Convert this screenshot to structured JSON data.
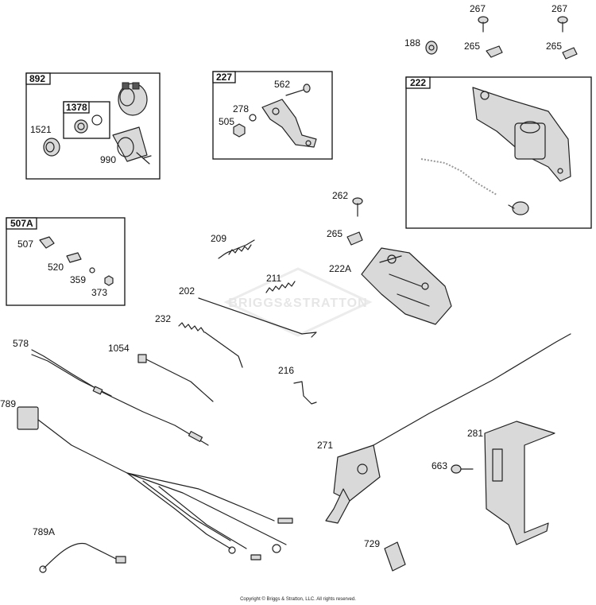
{
  "diagram": {
    "watermark": "BRIGGS&STRATTON",
    "copyright": "Copyright © Briggs & Stratton, LLC. All rights reserved.",
    "group_boxes": {
      "b892": "892",
      "b1378": "1378",
      "b227": "227",
      "b222": "222",
      "b507A": "507A"
    },
    "parts": {
      "p267a": "267",
      "p267b": "267",
      "p188": "188",
      "p265a": "265",
      "p265b": "265",
      "p1521": "1521",
      "p990": "990",
      "p562": "562",
      "p278": "278",
      "p505": "505",
      "p262": "262",
      "p265c": "265",
      "p222A": "222A",
      "p507": "507",
      "p520": "520",
      "p359": "359",
      "p373": "373",
      "p209": "209",
      "p211": "211",
      "p202": "202",
      "p232": "232",
      "p578": "578",
      "p1054": "1054",
      "p216": "216",
      "p789": "789",
      "p271": "271",
      "p281": "281",
      "p663": "663",
      "p789A": "789A",
      "p729": "729"
    }
  }
}
